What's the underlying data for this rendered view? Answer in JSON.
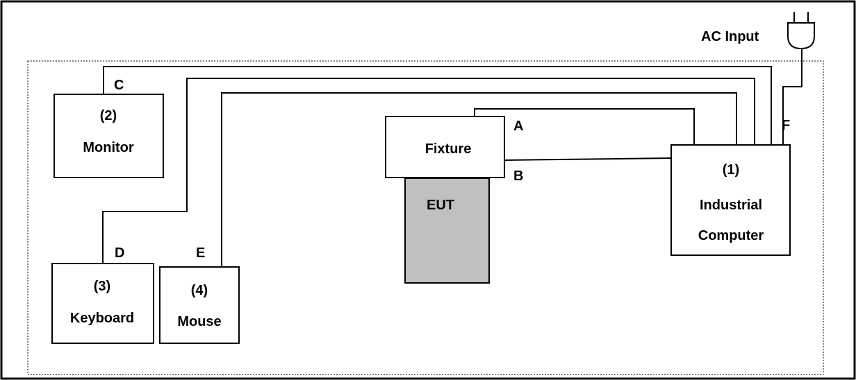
{
  "ac_input": {
    "label": "AC Input"
  },
  "devices": {
    "computer": {
      "number": "(1)",
      "line1": "Industrial",
      "line2": "Computer"
    },
    "monitor": {
      "number": "(2)",
      "name": "Monitor"
    },
    "keyboard": {
      "number": "(3)",
      "name": "Keyboard"
    },
    "mouse": {
      "number": "(4)",
      "name": "Mouse"
    },
    "fixture": {
      "name": "Fixture"
    },
    "eut": {
      "name": "EUT",
      "fill": "#c0c0c0"
    }
  },
  "cables": {
    "a": "A",
    "b": "B",
    "c": "C",
    "d": "D",
    "e": "E",
    "f": "F"
  }
}
